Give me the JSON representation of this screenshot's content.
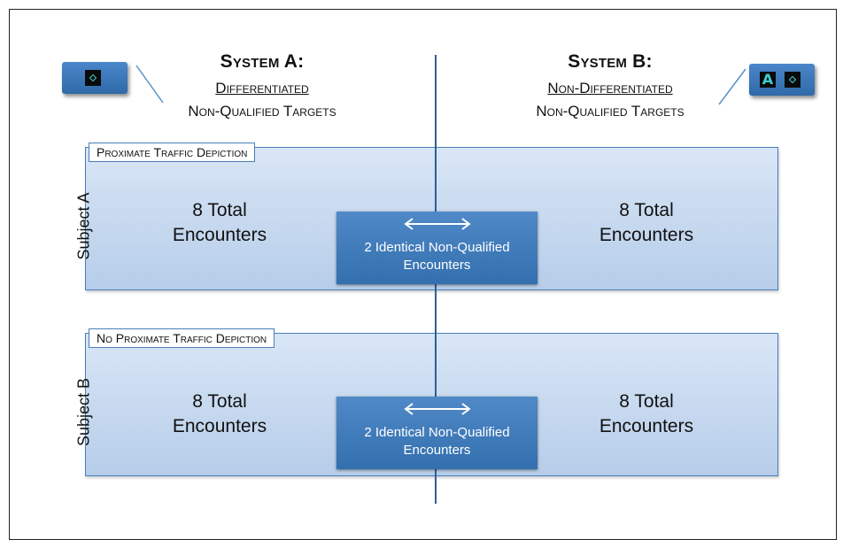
{
  "system_a": {
    "title": "System A:",
    "line1": "Differentiated",
    "line2": "Non-Qualified Targets",
    "icon": "diamond-icon"
  },
  "system_b": {
    "title": "System B:",
    "line1": "Non-Differentiated",
    "line2": "Non-Qualified Targets",
    "icons": [
      "letter-a-icon",
      "diamond-icon"
    ],
    "icon_letter": "A"
  },
  "rows": [
    {
      "subject": "Subject A",
      "condition": "Proximate Traffic Depiction",
      "left_total_line1": "8 Total",
      "left_total_line2": "Encounters",
      "right_total_line1": "8 Total",
      "right_total_line2": "Encounters",
      "shared_line1": "2 Identical Non-Qualified",
      "shared_line2": "Encounters"
    },
    {
      "subject": "Subject B",
      "condition": "No Proximate Traffic Depiction",
      "left_total_line1": "8 Total",
      "left_total_line2": "Encounters",
      "right_total_line1": "8 Total",
      "right_total_line2": "Encounters",
      "shared_line1": "2 Identical Non-Qualified",
      "shared_line2": "Encounters"
    }
  ],
  "colors": {
    "panel_border": "#4a7fb8",
    "center_box": "#3f7bbb",
    "divider": "#2e5f95",
    "glyph": "#3fd0d0"
  }
}
